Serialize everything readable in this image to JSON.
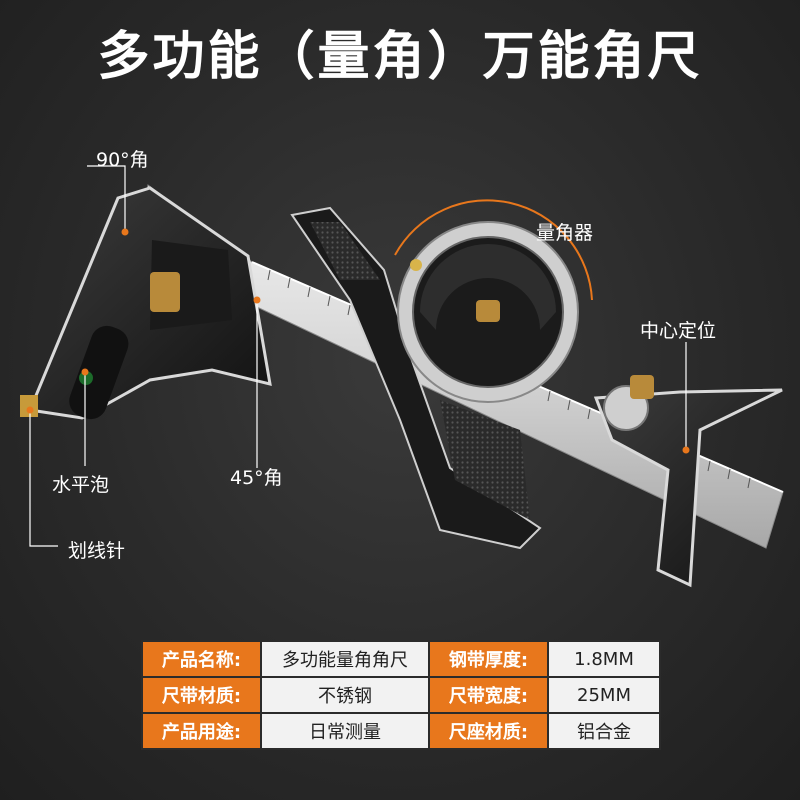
{
  "title": "多功能（量角）万能角尺",
  "callouts": {
    "angle90": "90°角",
    "protractor": "量角器",
    "center": "中心定位",
    "level": "水平泡",
    "angle45": "45°角",
    "scriber": "划线针"
  },
  "colors": {
    "accent": "#e8771c",
    "background": "#2b2b2b"
  },
  "specs": [
    [
      {
        "key": "产品名称:",
        "value": "多功能量角角尺"
      },
      {
        "key": "钢带厚度:",
        "value": "1.8MM"
      }
    ],
    [
      {
        "key": "尺带材质:",
        "value": "不锈钢"
      },
      {
        "key": "尺带宽度:",
        "value": "25MM"
      }
    ],
    [
      {
        "key": "产品用途:",
        "value": "日常测量"
      },
      {
        "key": "尺座材质:",
        "value": "铝合金"
      }
    ]
  ]
}
